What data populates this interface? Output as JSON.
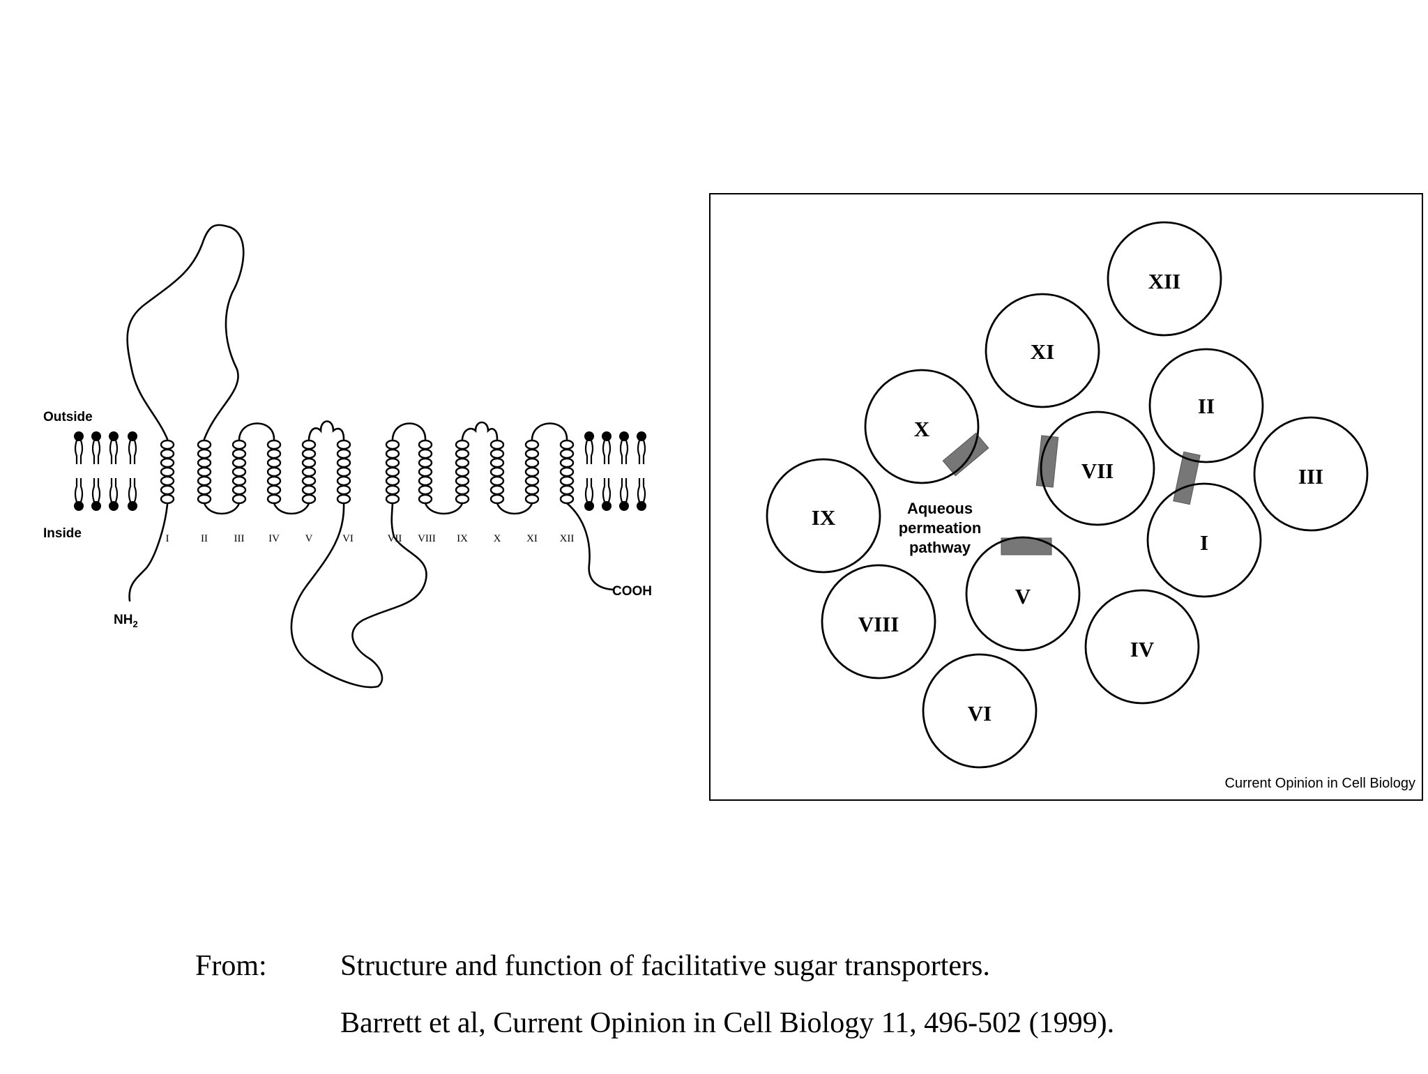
{
  "topology": {
    "outside_label": "Outside",
    "inside_label": "Inside",
    "n_terminus": "NH",
    "n_terminus_sub": "2",
    "c_terminus": "COOH",
    "segments": [
      "I",
      "II",
      "III",
      "IV",
      "V",
      "VI",
      "VII",
      "VIII",
      "IX",
      "X",
      "XI",
      "XII"
    ]
  },
  "helical_wheel": {
    "helices": [
      "XII",
      "XI",
      "II",
      "X",
      "VII",
      "III",
      "IX",
      "I",
      "V",
      "VIII",
      "IV",
      "VI"
    ],
    "pathway_label": [
      "Aqueous",
      "permeation",
      "pathway"
    ],
    "credit": "Current Opinion in Cell Biology"
  },
  "citation": {
    "from_label": "From:",
    "title": "Structure and function of facilitative sugar transporters.",
    "reference": "Barrett et al, Current Opinion in Cell Biology 11, 496-502 (1999)."
  }
}
